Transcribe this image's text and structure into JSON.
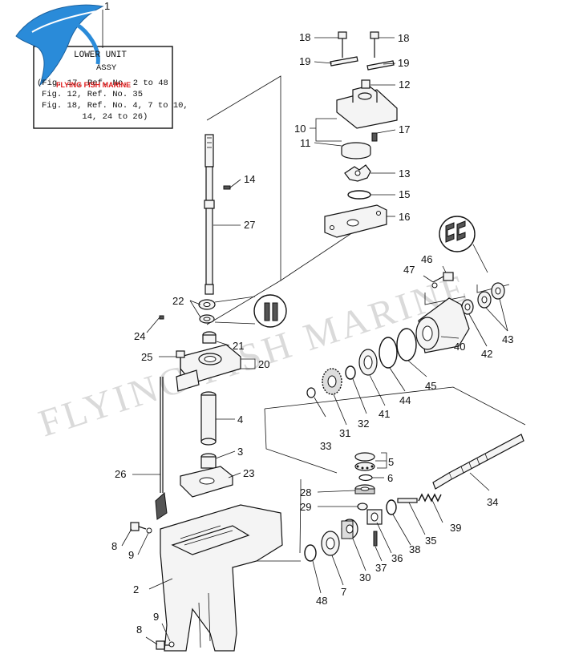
{
  "info_box": {
    "title": "LOWER UNIT",
    "subtitle": "ASSY",
    "lines": [
      "(Fig. 17, Ref. No. 2 to 48",
      "Fig. 12, Ref. No. 35",
      "Fig. 18, Ref. No. 4, 7 to 10,",
      "        14, 24 to 26)"
    ]
  },
  "watermark": {
    "large": "FLYING FISH MARINE",
    "small": "FLYING FISH MARINE",
    "logo_icon": "flying-fish-logo-icon"
  },
  "callouts": {
    "c1": "1",
    "c18a": "18",
    "c18b": "18",
    "c19a": "19",
    "c19b": "19",
    "c12": "12",
    "c10": "10",
    "c11": "11",
    "c17": "17",
    "c13": "13",
    "c15": "15",
    "c16": "16",
    "c14": "14",
    "c27": "27",
    "c46": "46",
    "c47": "47",
    "c22": "22",
    "c24": "24",
    "c21": "21",
    "c25": "25",
    "c20": "20",
    "c43": "43",
    "c42": "42",
    "c40": "40",
    "c45": "45",
    "c44": "44",
    "c41": "41",
    "c32": "32",
    "c31": "31",
    "c33": "33",
    "c4": "4",
    "c3": "3",
    "c23": "23",
    "c26": "26",
    "c5": "5",
    "c6": "6",
    "c34": "34",
    "c28": "28",
    "c29": "29",
    "c39": "39",
    "c35": "35",
    "c38": "38",
    "c36": "36",
    "c37": "37",
    "c30": "30",
    "c7": "7",
    "c48": "48",
    "c8a": "8",
    "c9a": "9",
    "c2": "2",
    "c8b": "8",
    "c9b": "9"
  }
}
